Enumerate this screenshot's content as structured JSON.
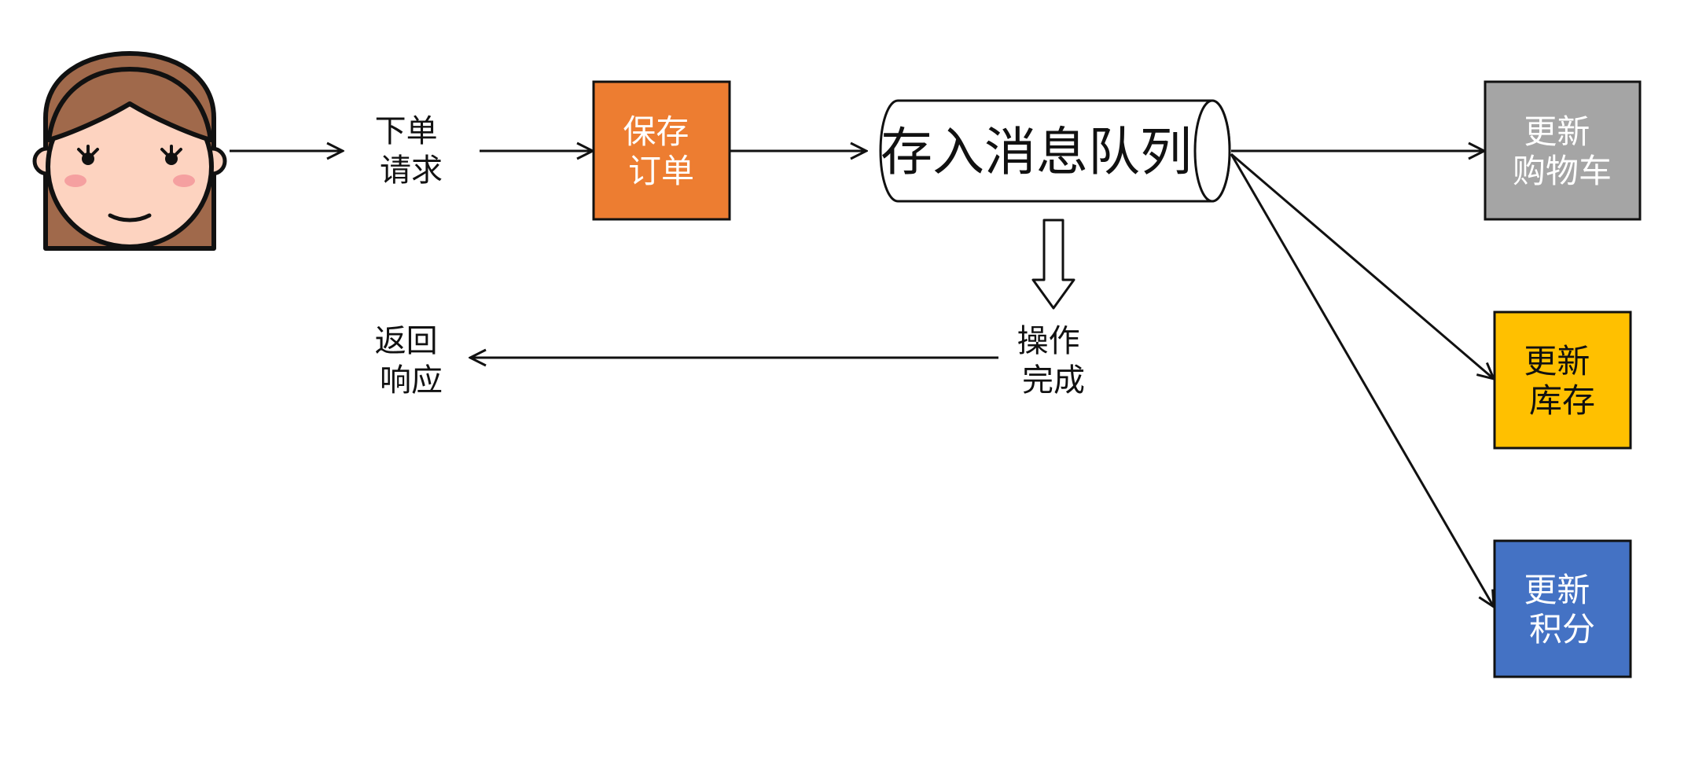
{
  "user": {
    "icon": "girl-avatar-icon"
  },
  "labels": {
    "order_request": [
      "下单",
      "请求"
    ],
    "operation_done": [
      "操作",
      "完成"
    ],
    "return_response": [
      "返回",
      "响应"
    ]
  },
  "nodes": {
    "save_order": {
      "lines": [
        "保存",
        "订单"
      ],
      "color": "#ED7D31"
    },
    "message_queue": {
      "label": "存入消息队列"
    },
    "update_cart": {
      "lines": [
        "更新",
        "购物车"
      ],
      "color": "#A5A5A5"
    },
    "update_inventory": {
      "lines": [
        "更新",
        "库存"
      ],
      "color": "#FFC000"
    },
    "update_points": {
      "lines": [
        "更新",
        "积分"
      ],
      "color": "#4472C4"
    }
  }
}
